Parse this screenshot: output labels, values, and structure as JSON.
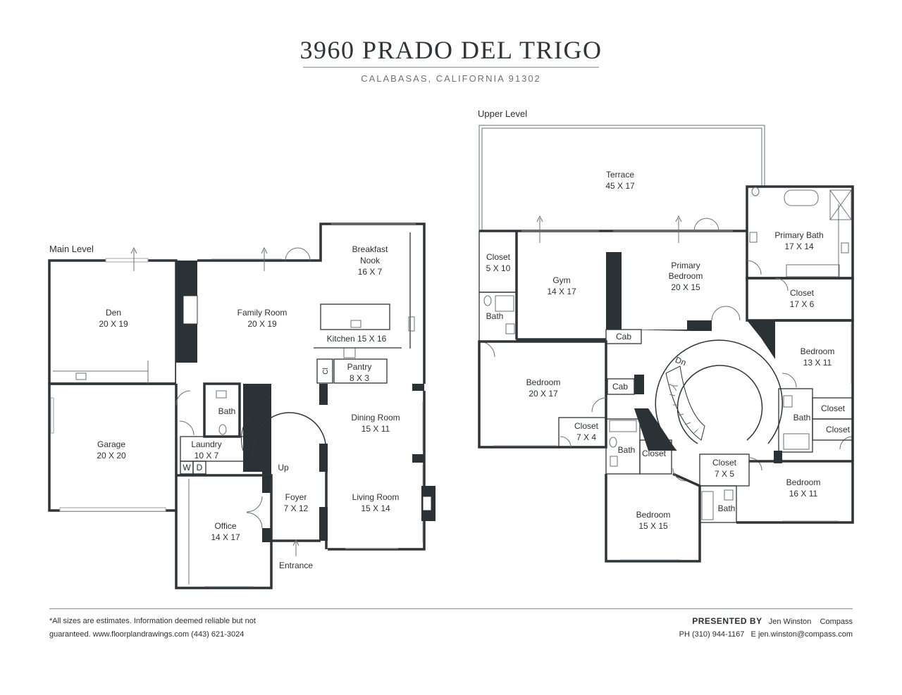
{
  "header": {
    "title": "3960 PRADO DEL TRIGO",
    "subtitle": "CALABASAS, CALIFORNIA  91302"
  },
  "levels": {
    "main": "Main Level",
    "upper": "Upper Level"
  },
  "rooms": {
    "den": {
      "name": "Den",
      "size": "20 X 19"
    },
    "family": {
      "name": "Family Room",
      "size": "20 X 19"
    },
    "nook1": "Breakfast",
    "nook2": "Nook",
    "nook_size": "16 X 7",
    "kitchen": "Kitchen 15 X 16",
    "pantry": {
      "name": "Pantry",
      "size": "8 X 3"
    },
    "cl": "Cl",
    "garage": {
      "name": "Garage",
      "size": "20 X 20"
    },
    "bath_main": "Bath",
    "laundry": {
      "name": "Laundry",
      "size": "10 X 7"
    },
    "w": "W",
    "d": "D",
    "up": "Up",
    "dining": {
      "name": "Dining Room",
      "size": "15 X 11"
    },
    "foyer": {
      "name": "Foyer",
      "size": "7 X 12"
    },
    "living": {
      "name": "Living Room",
      "size": "15 X 14"
    },
    "office": {
      "name": "Office",
      "size": "14 X 17"
    },
    "entrance": "Entrance",
    "terrace": {
      "name": "Terrace",
      "size": "45 X 17"
    },
    "closet_a": {
      "name": "Closet",
      "size": "5 X 10"
    },
    "gym": {
      "name": "Gym",
      "size": "14 X 17"
    },
    "bath_gym": "Bath",
    "primary_bed1": "Primary",
    "primary_bed2": "Bedroom",
    "primary_bed_size": "20 X 15",
    "primary_bath": {
      "name": "Primary Bath",
      "size": "17 X 14"
    },
    "closet_b": {
      "name": "Closet",
      "size": "17 X 6"
    },
    "cab1": "Cab",
    "cab2": "Cab",
    "dn": "Dn",
    "bed_a": {
      "name": "Bedroom",
      "size": "20 X 17"
    },
    "closet_c": {
      "name": "Closet",
      "size": "7 X 4"
    },
    "bath_c": "Bath",
    "closet_d": "Closet",
    "bed_b": {
      "name": "Bedroom",
      "size": "13 X 11"
    },
    "closet_e": "Closet",
    "bath_e": "Bath",
    "closet_f": "Closet",
    "closet_g": {
      "name": "Closet",
      "size": "7 X 5"
    },
    "bed_c": {
      "name": "Bedroom",
      "size": "16 X 11"
    },
    "bath_g": "Bath",
    "bed_d": {
      "name": "Bedroom",
      "size": "15 X 15"
    }
  },
  "footer": {
    "note_line1": "*All sizes are estimates. Information deemed reliable but not",
    "note_line2": "guaranteed. www.floorplandrawings.com    (443) 621-3024",
    "presented_by": "PRESENTED BY",
    "agent": "Jen Winston",
    "brokerage": "Compass",
    "phone": "PH (310) 944-1167",
    "email": "E jen.winston@compass.com"
  },
  "colors": {
    "wall": "#2f3438",
    "solid": "#2a3236",
    "text": "#2b2f33"
  }
}
